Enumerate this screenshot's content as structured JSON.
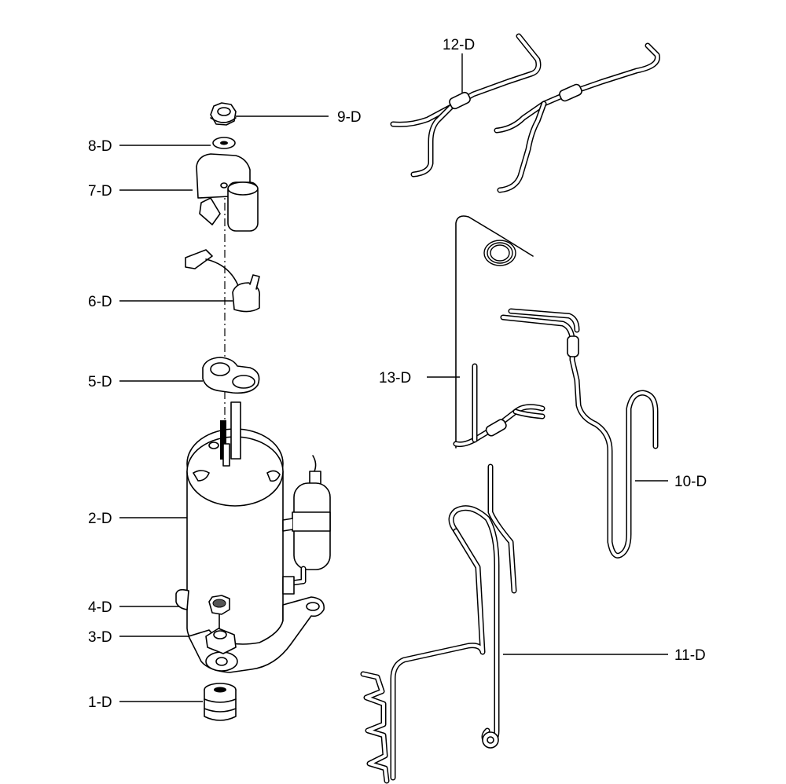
{
  "diagram": {
    "labels": {
      "p1": "1-D",
      "p2": "2-D",
      "p3": "3-D",
      "p4": "4-D",
      "p5": "5-D",
      "p6": "6-D",
      "p7": "7-D",
      "p8": "8-D",
      "p9": "9-D",
      "p10": "10-D",
      "p11": "11-D",
      "p12": "12-D",
      "p13": "13-D"
    }
  }
}
